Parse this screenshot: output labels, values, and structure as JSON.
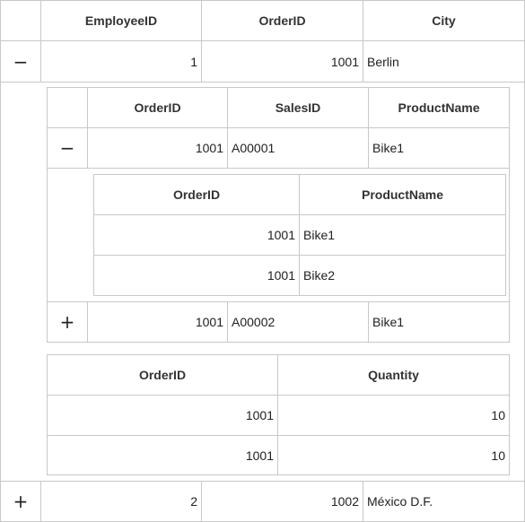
{
  "main_grid": {
    "columns": [
      "EmployeeID",
      "OrderID",
      "City"
    ],
    "rows": [
      {
        "expander": "−",
        "EmployeeID": "1",
        "OrderID": "1001",
        "City": "Berlin"
      },
      {
        "expander": "+",
        "EmployeeID": "2",
        "OrderID": "1002",
        "City": "México D.F."
      }
    ]
  },
  "sales_grid": {
    "columns": [
      "OrderID",
      "SalesID",
      "ProductName"
    ],
    "rows": [
      {
        "expander": "−",
        "OrderID": "1001",
        "SalesID": "A00001",
        "ProductName": "Bike1"
      },
      {
        "expander": "+",
        "OrderID": "1001",
        "SalesID": "A00002",
        "ProductName": "Bike1"
      }
    ]
  },
  "product_grid": {
    "columns": [
      "OrderID",
      "ProductName"
    ],
    "rows": [
      {
        "OrderID": "1001",
        "ProductName": "Bike1"
      },
      {
        "OrderID": "1001",
        "ProductName": "Bike2"
      }
    ]
  },
  "quantity_grid": {
    "columns": [
      "OrderID",
      "Quantity"
    ],
    "rows": [
      {
        "OrderID": "1001",
        "Quantity": "10"
      },
      {
        "OrderID": "1001",
        "Quantity": "10"
      }
    ]
  }
}
